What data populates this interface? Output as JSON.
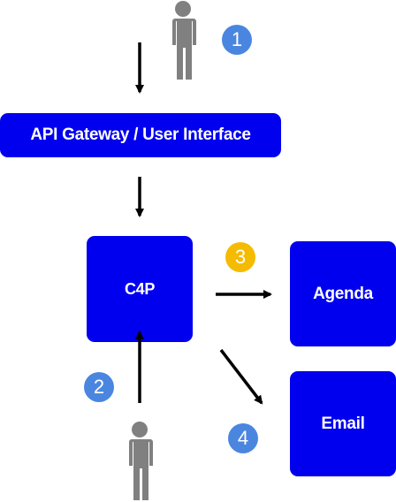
{
  "boxes": {
    "gateway": {
      "label": "API Gateway / User Interface"
    },
    "c4p": {
      "label": "C4P"
    },
    "agenda": {
      "label": "Agenda"
    },
    "email": {
      "label": "Email"
    }
  },
  "badges": [
    {
      "label": "1",
      "color": "#4a86e0"
    },
    {
      "label": "2",
      "color": "#4a86e0"
    },
    {
      "label": "3",
      "color": "#f5bb00"
    },
    {
      "label": "4",
      "color": "#4a86e0"
    }
  ],
  "icons": {
    "person": "person-icon",
    "arrow": "arrow-icon"
  },
  "colors": {
    "box": "#0000ee",
    "person": "#808080",
    "arrow": "#000000"
  }
}
